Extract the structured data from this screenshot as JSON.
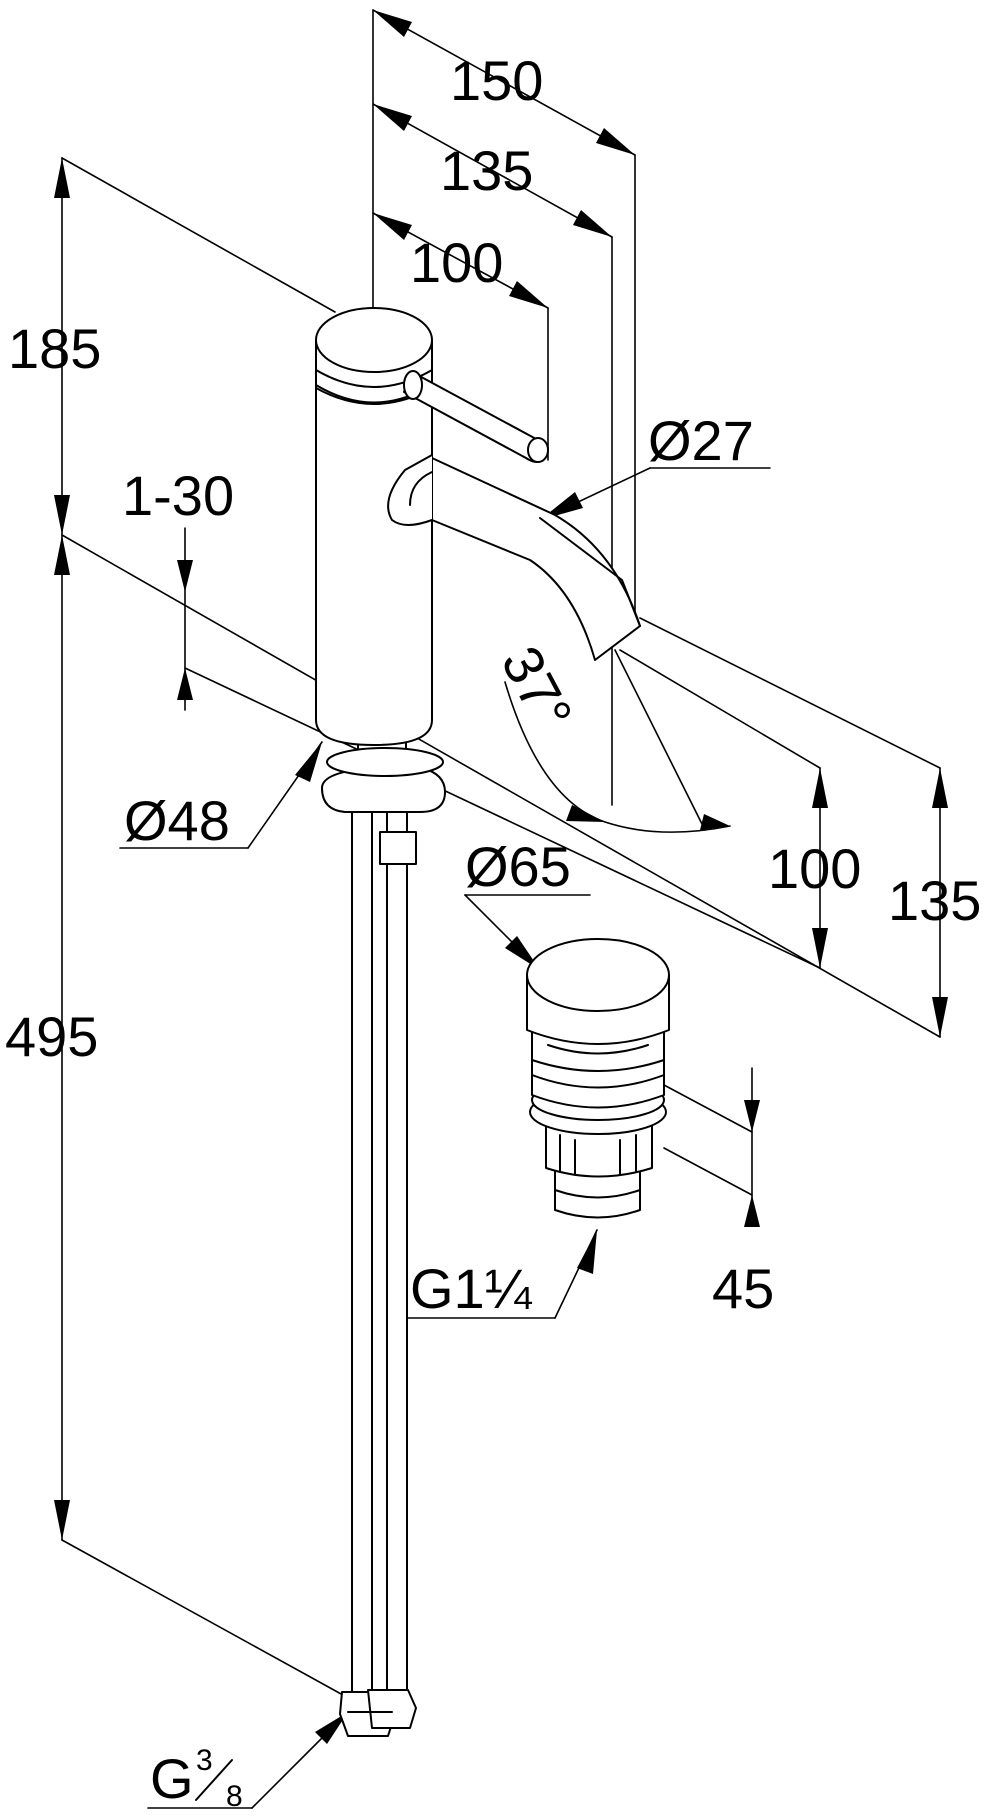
{
  "drawing": {
    "dimensions": {
      "reach_150": "150",
      "reach_135": "135",
      "reach_100": "100",
      "height_185": "185",
      "thickness": "1-30",
      "spout_dia": "Ø27",
      "angle": "37°",
      "body_dia": "Ø48",
      "waste_dia": "Ø65",
      "spout_height_100": "100",
      "height_135": "135",
      "hose_length": "495",
      "waste_thread": "G1¼",
      "waste_height": "45",
      "hose_thread_base": "G",
      "hose_thread_num": "3",
      "hose_thread_den": "8"
    }
  }
}
